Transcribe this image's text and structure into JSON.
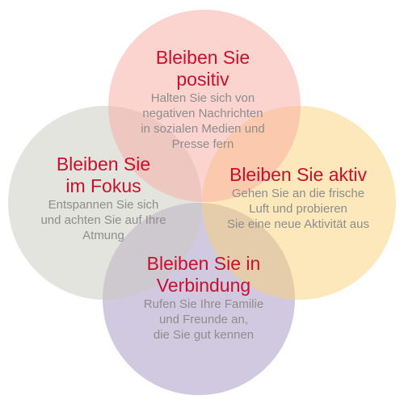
{
  "colors": {
    "heading": "#c8102e",
    "body_text": "#8d8d8d",
    "positive": "#f7aaa2",
    "focus": "#c9c9bd",
    "active": "#fad276",
    "connection": "#a493c2"
  },
  "circles": {
    "positive": {
      "title_lines": [
        "Bleiben Sie",
        "positiv"
      ],
      "body_lines": [
        "Halten Sie sich von",
        "negativen Nachrichten",
        "in sozialen Medien und",
        "Presse fern"
      ]
    },
    "focus": {
      "title_lines": [
        "Bleiben Sie",
        "im Fokus"
      ],
      "body_lines": [
        "Entspannen Sie sich",
        "und achten Sie auf Ihre",
        "Atmung"
      ]
    },
    "active": {
      "title_lines": [
        "Bleiben Sie aktiv"
      ],
      "body_lines": [
        "Gehen Sie an die frische",
        "Luft und probieren",
        "Sie eine neue Aktivität aus"
      ]
    },
    "connection": {
      "title_lines": [
        "Bleiben Sie in",
        "Verbindung"
      ],
      "body_lines": [
        "Rufen Sie Ihre Familie",
        "und Freunde an,",
        "die Sie gut kennen"
      ]
    }
  }
}
